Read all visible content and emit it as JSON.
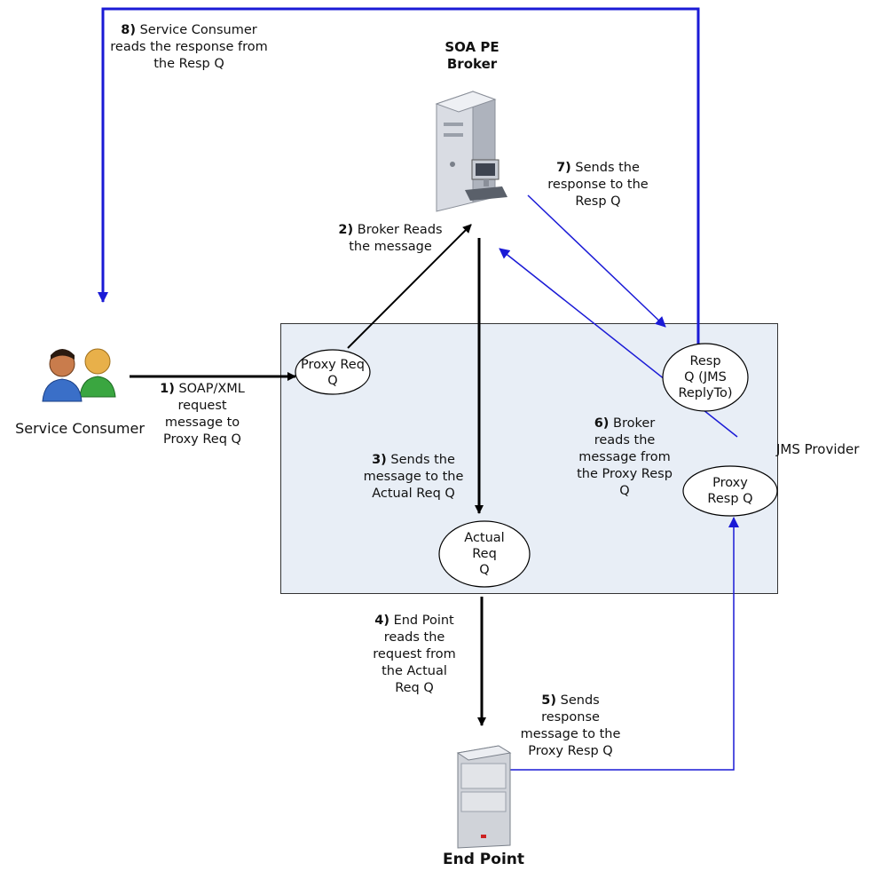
{
  "nodes": {
    "broker_title_line1": "SOA PE",
    "broker_title_line2": "Broker",
    "consumer_label": "Service Consumer",
    "endpoint_label": "End Point",
    "provider_label": "JMS Provider"
  },
  "queues": {
    "proxy_req": [
      "Proxy Req",
      "Q"
    ],
    "resp": [
      "Resp",
      "Q (JMS",
      "ReplyTo)"
    ],
    "proxy_resp": [
      "Proxy",
      "Resp Q"
    ],
    "actual_req": [
      "Actual",
      "Req",
      "Q"
    ]
  },
  "steps": {
    "s1": {
      "num": "1)",
      "lines": [
        "SOAP/XML",
        "request",
        "message to",
        "Proxy Req Q"
      ]
    },
    "s2": {
      "num": "2)",
      "lines": [
        "Broker Reads",
        "the message"
      ]
    },
    "s3": {
      "num": "3)",
      "lines": [
        "Sends the",
        "message to the",
        "Actual Req Q"
      ]
    },
    "s4": {
      "num": "4)",
      "lines": [
        "End Point",
        "reads the",
        "request from",
        "the Actual",
        "Req Q"
      ]
    },
    "s5": {
      "num": "5)",
      "lines": [
        "Sends",
        "response",
        "message to the",
        "Proxy Resp Q"
      ]
    },
    "s6": {
      "num": "6)",
      "lines": [
        "Broker",
        "reads the",
        "message from",
        "the Proxy Resp",
        "Q"
      ]
    },
    "s7": {
      "num": "7)",
      "lines": [
        "Sends  the",
        "response to the",
        "Resp Q"
      ]
    },
    "s8": {
      "num": "8)",
      "lines": [
        "Service Consumer",
        "reads the response from",
        "the Resp Q"
      ]
    }
  },
  "colors": {
    "black_flow": "#000000",
    "blue_flow": "#1a1ad6",
    "provider_fill": "#e8eef6",
    "provider_border": "#333333"
  },
  "icons": {
    "broker": "server-computer-icon",
    "consumer": "users-icon",
    "endpoint": "server-tower-icon"
  }
}
